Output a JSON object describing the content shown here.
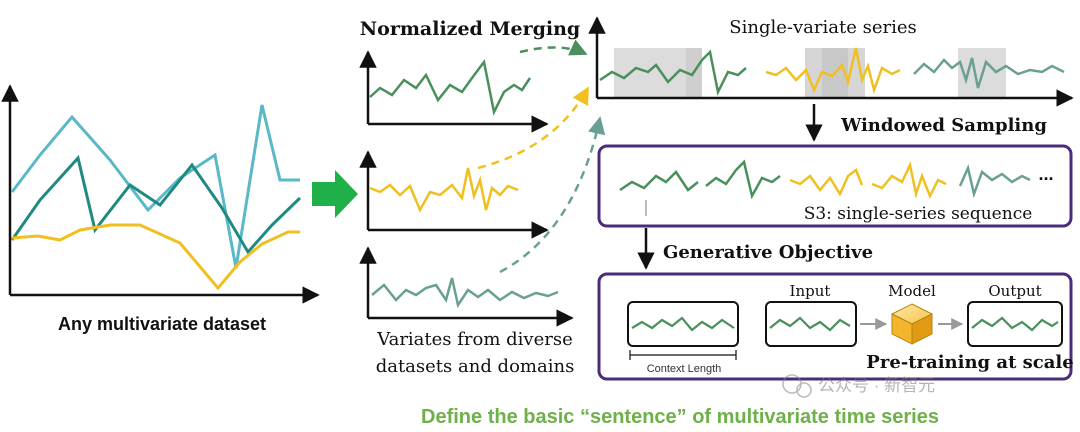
{
  "left": {
    "caption": "Any multivariate dataset"
  },
  "merge": {
    "title": "Normalized Merging",
    "caption_line1": "Variates from diverse",
    "caption_line2": "datasets and domains"
  },
  "single": {
    "title": "Single-variate series"
  },
  "windowed": {
    "title": "Windowed Sampling"
  },
  "s3": {
    "label": "S3: single-series sequence",
    "ellipsis": "..."
  },
  "generative": {
    "title": "Generative Objective"
  },
  "pretrain": {
    "input": "Input",
    "model": "Model",
    "output": "Output",
    "context": "Context Length",
    "title": "Pre-training at scale"
  },
  "watermark": {
    "text": "公众号 · 新智元"
  },
  "footer": {
    "text": "Define the basic “sentence” of multivariate time series"
  },
  "colors": {
    "green": "#4a8f5c",
    "teal": "#1f8a80",
    "cyan": "#5ab8c8",
    "yellow": "#f0c020",
    "sage": "#6a9f94",
    "purple": "#4b2c7a",
    "footer_green": "#6fb04a",
    "arrow_green": "#1fb04a"
  }
}
